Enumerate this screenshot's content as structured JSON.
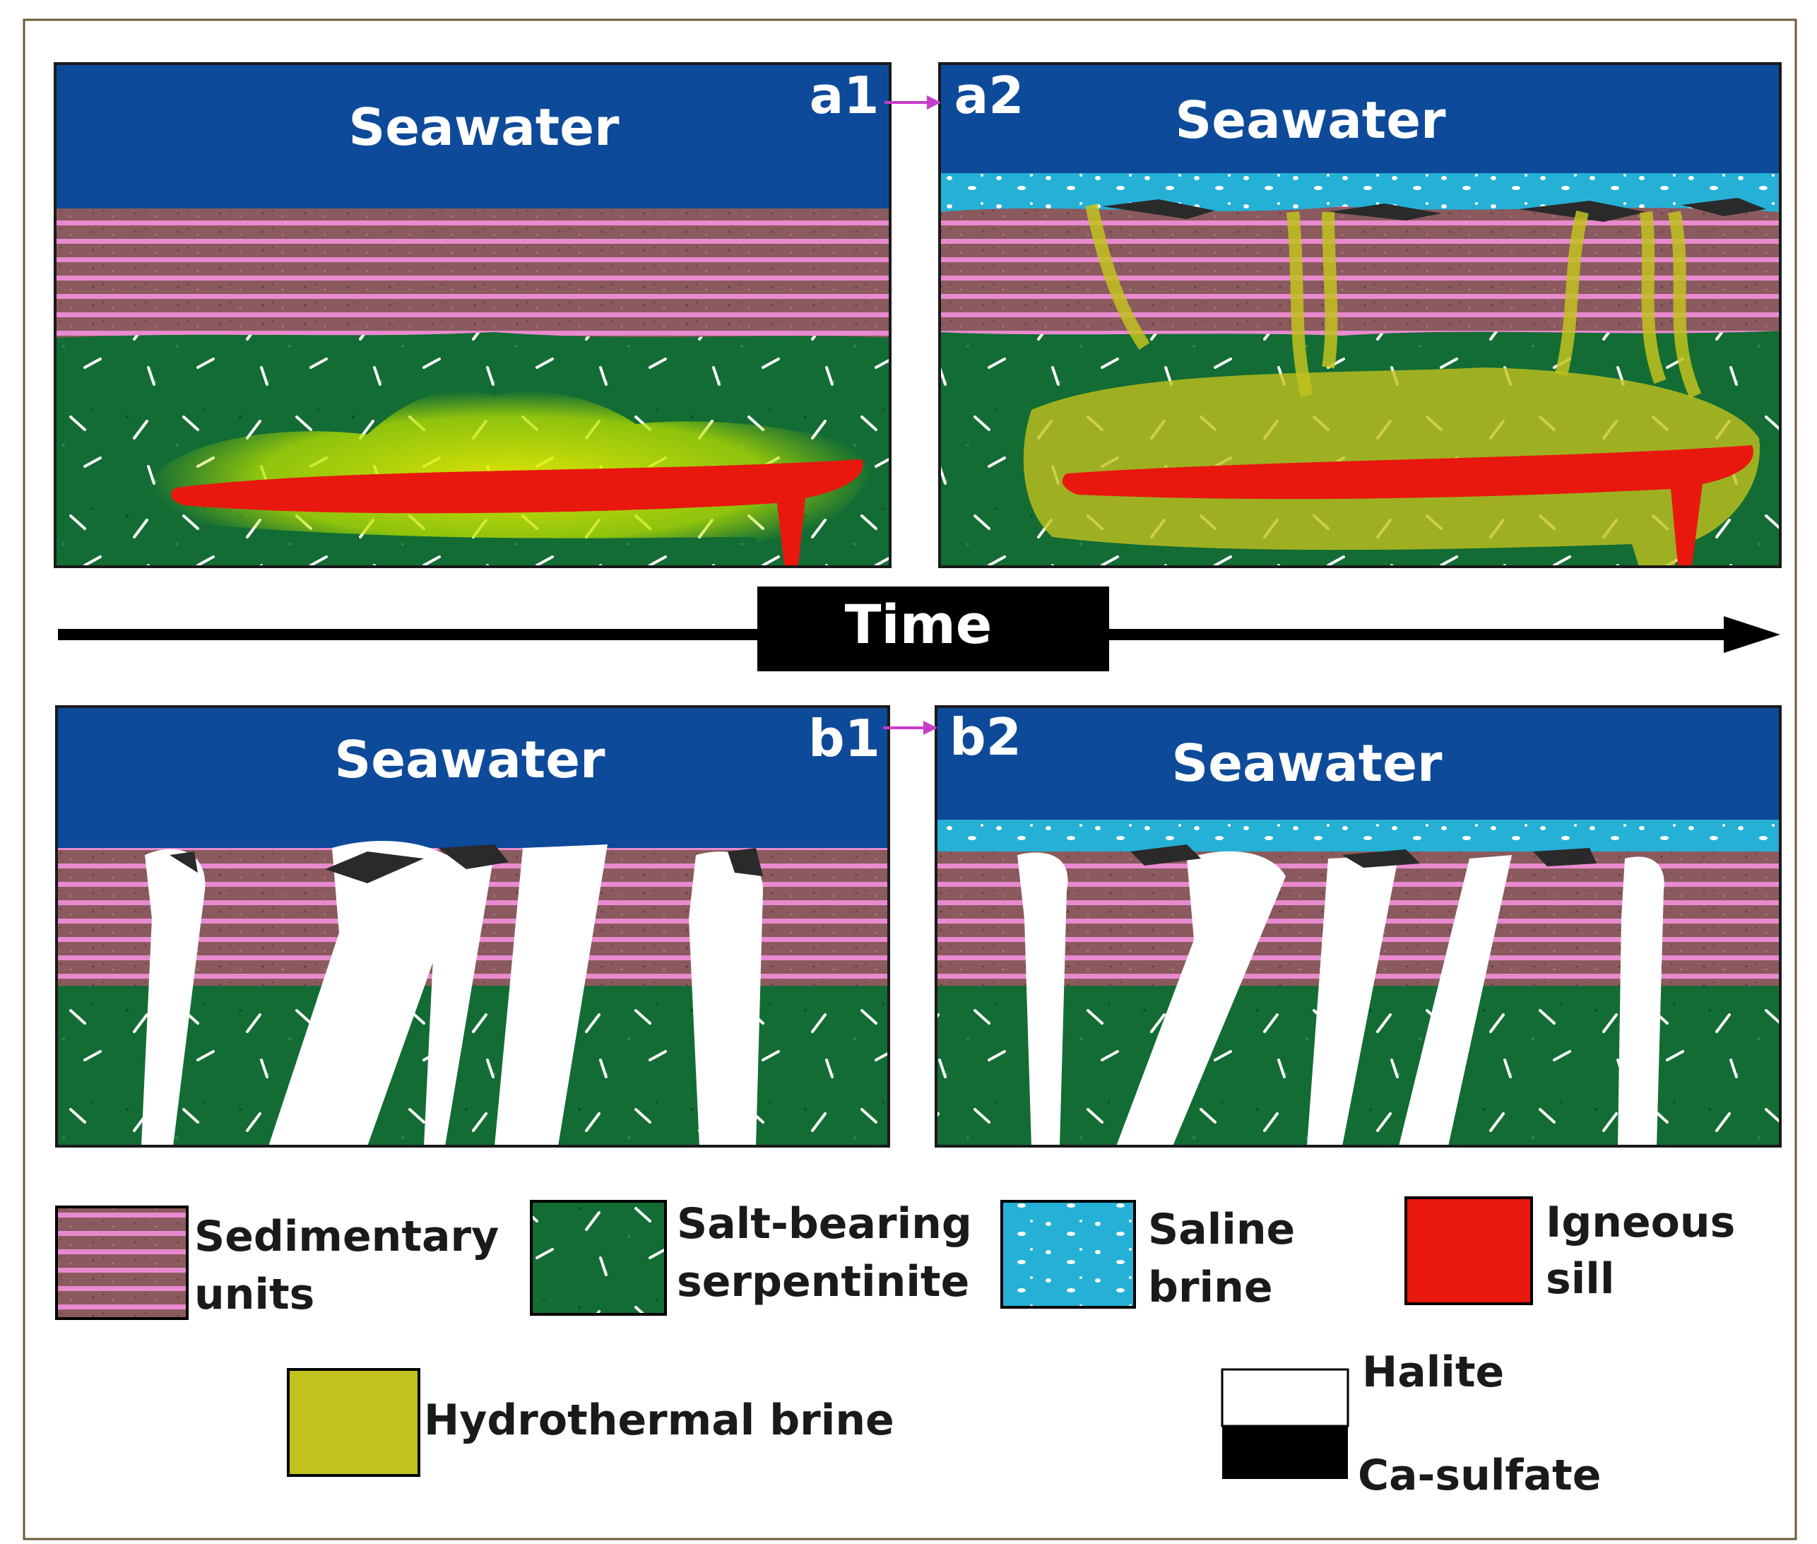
{
  "panels": {
    "a1": {
      "label": "a1",
      "water": "Seawater"
    },
    "a2": {
      "label": "a2",
      "water": "Seawater"
    },
    "b1": {
      "label": "b1",
      "water": "Seawater"
    },
    "b2": {
      "label": "b2",
      "water": "Seawater"
    }
  },
  "timeline": {
    "label": "Time"
  },
  "legend": {
    "sedimentary": {
      "line1": "Sedimentary",
      "line2": "units"
    },
    "serpentinite": {
      "line1": "Salt-bearing",
      "line2": "serpentinite"
    },
    "saline": {
      "line1": "Saline",
      "line2": "brine"
    },
    "igneous": {
      "line1": "Igneous",
      "line2": "sill"
    },
    "hydrothermal": {
      "label": "Hydrothermal brine"
    },
    "halite": {
      "label": "Halite"
    },
    "casulfate": {
      "label": "Ca-sulfate"
    }
  },
  "colors": {
    "seawater": "#0e4a9a",
    "sediment_base": "#8a5a5e",
    "sediment_stripe": "#e98ad0",
    "serpentinite": "#126c34",
    "saline_brine": "#25b0d6",
    "igneous_sill": "#e8180e",
    "hydrothermal_brine": "#c2c21e",
    "halite": "#ffffff",
    "ca_sulfate": "#000000",
    "arrow": "#c83cc8"
  }
}
